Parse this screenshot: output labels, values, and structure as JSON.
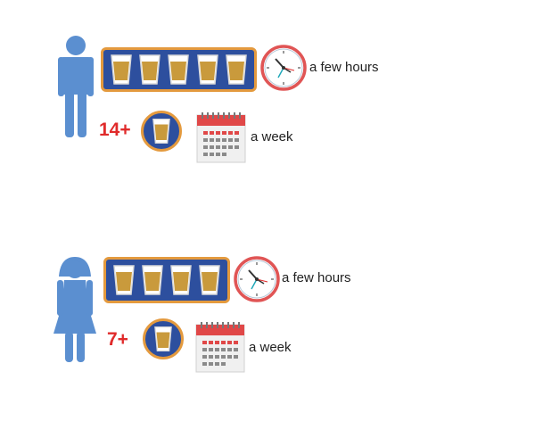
{
  "colors": {
    "person": "#5b8fd0",
    "tray": "#2d4f9e",
    "tray_border": "#e49a3e",
    "beer": "#c99a3c",
    "count_red": "#e02b2b",
    "clock_rim": "#e05555"
  },
  "icons": [
    "male-figure-icon",
    "female-figure-icon",
    "beer-glass-icon",
    "clock-icon",
    "calendar-icon"
  ],
  "men": {
    "session_glasses": 5,
    "session_period": "a few hours",
    "weekly_count": "14+",
    "weekly_period": "a week"
  },
  "women": {
    "session_glasses": 4,
    "session_period": "a few hours",
    "weekly_count": "7+",
    "weekly_period": "a week"
  }
}
